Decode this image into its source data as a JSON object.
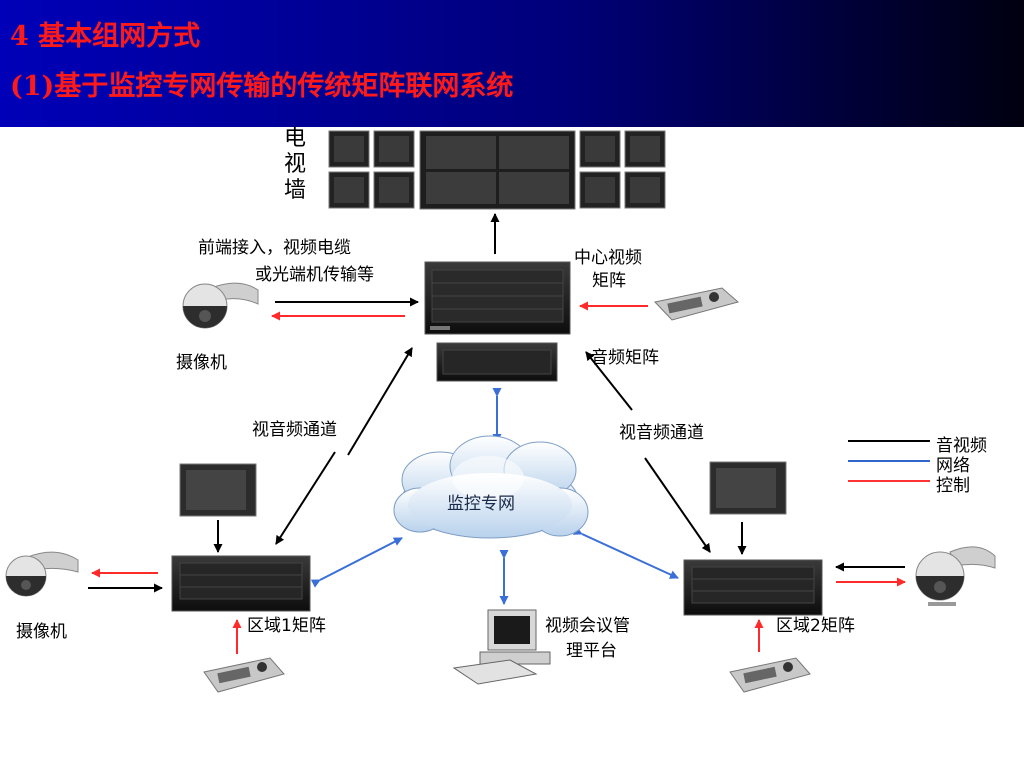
{
  "header": {
    "title": "4 基本组网方式",
    "subtitle": "(1)基于监控专网传输的传统矩阵联网系统"
  },
  "labels": {
    "video_wall": "电视墙",
    "front_end_access_1": "前端接入，视频电缆",
    "front_end_access_2": "或光端机传输等",
    "center_matrix_1": "中心视频",
    "center_matrix_2": "矩阵",
    "audio_matrix": "音频矩阵",
    "camera_top": "摄像机",
    "camera_left": "摄像机",
    "av_channel_left": "视音频通道",
    "av_channel_right": "视音频通道",
    "cloud": "监控专网",
    "region1": "区域1矩阵",
    "region2": "区域2矩阵",
    "vc_platform_1": "视频会议管",
    "vc_platform_2": "理平台"
  },
  "legend": [
    {
      "label": "音视频",
      "color": "#000000"
    },
    {
      "label": "网络",
      "color": "#3366cc"
    },
    {
      "label": "控制",
      "color": "#ff3333"
    }
  ]
}
